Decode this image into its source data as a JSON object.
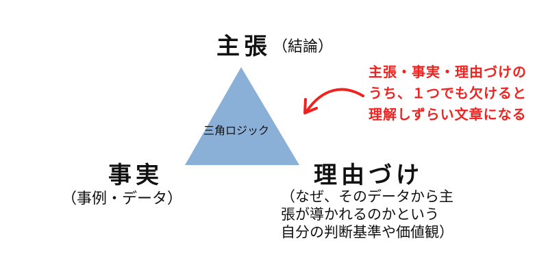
{
  "claim": {
    "title": "主張",
    "note": "（結論）"
  },
  "center_label": "三角ロジック",
  "fact": {
    "title": "事実",
    "note": "（事例・データ）"
  },
  "reason": {
    "title": "理由づけ",
    "lines": [
      "（なぜ、そのデータから主",
      "張が導かれるのかという",
      "自分の判断基準や価値観）"
    ]
  },
  "callout": {
    "lines": [
      "主張・事実・理由づけの",
      "うち、１つでも欠けると",
      "理解しずらい文章になる"
    ]
  },
  "colors": {
    "triangle": "#8ab0d8",
    "accent": "#f0211e"
  }
}
